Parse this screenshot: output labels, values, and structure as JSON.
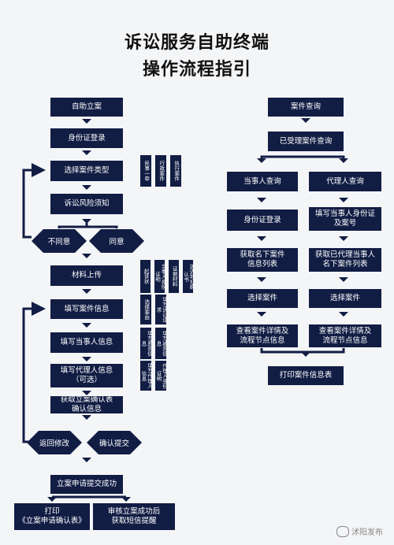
{
  "title": {
    "line1": "诉讼服务自助终端",
    "line2": "操作流程指引"
  },
  "left": {
    "self_filing": "自助立案",
    "id_login": "身份证登录",
    "select_type": "选择案件类型",
    "risk_notice": "诉讼风险须知",
    "disagree": "不同意",
    "agree": "同意",
    "upload": "材料上传",
    "fill_case": "填写案件信息",
    "fill_party": "填写当事人信息",
    "fill_agent_1": "填写代理人信息",
    "fill_agent_2": "（可选）",
    "get_confirm_1": "获取立案确认表",
    "get_confirm_2": "确认信息",
    "back_modify": "返回修改",
    "confirm_submit": "确认提交",
    "submit_success": "立案申请提交成功",
    "print_1": "打印",
    "print_2": "《立案申请确认表》",
    "sms_1": "审核立案成功后",
    "sms_2": "获取短信提醒"
  },
  "case_types": [
    "民事一审",
    "行政案件",
    "执行案件"
  ],
  "upload_items": [
    "起诉状",
    "当事人身份证明",
    "证据材料",
    "送达地址确认书"
  ],
  "case_items": [
    "选择案由",
    "填写诉讼请求"
  ],
  "party_items": [
    "填写原告信息",
    "填写被告信息"
  ],
  "agent_items": [
    "填写代理人信息",
    "代理人身份证明"
  ],
  "right": {
    "query": "案件查询",
    "filed_query": "已受理案件查询",
    "party_query": "当事人查询",
    "agent_query": "代理人查询",
    "id_login": "身份证登录",
    "fill_info_1": "填写当事人身份证",
    "fill_info_2": "及案号",
    "party_list_1": "获取名下案件",
    "party_list_2": "信息列表",
    "agent_list_1": "获取已代理当事人",
    "agent_list_2": "名下案件列表",
    "select_1": "选择案件",
    "select_2": "选择案件",
    "detail_a1": "查看案件详情及",
    "detail_a2": "流程节点信息",
    "detail_b1": "查看案件详情及",
    "detail_b2": "流程节点信息",
    "print": "打印案件信息表"
  },
  "watermark": "沭阳发布"
}
